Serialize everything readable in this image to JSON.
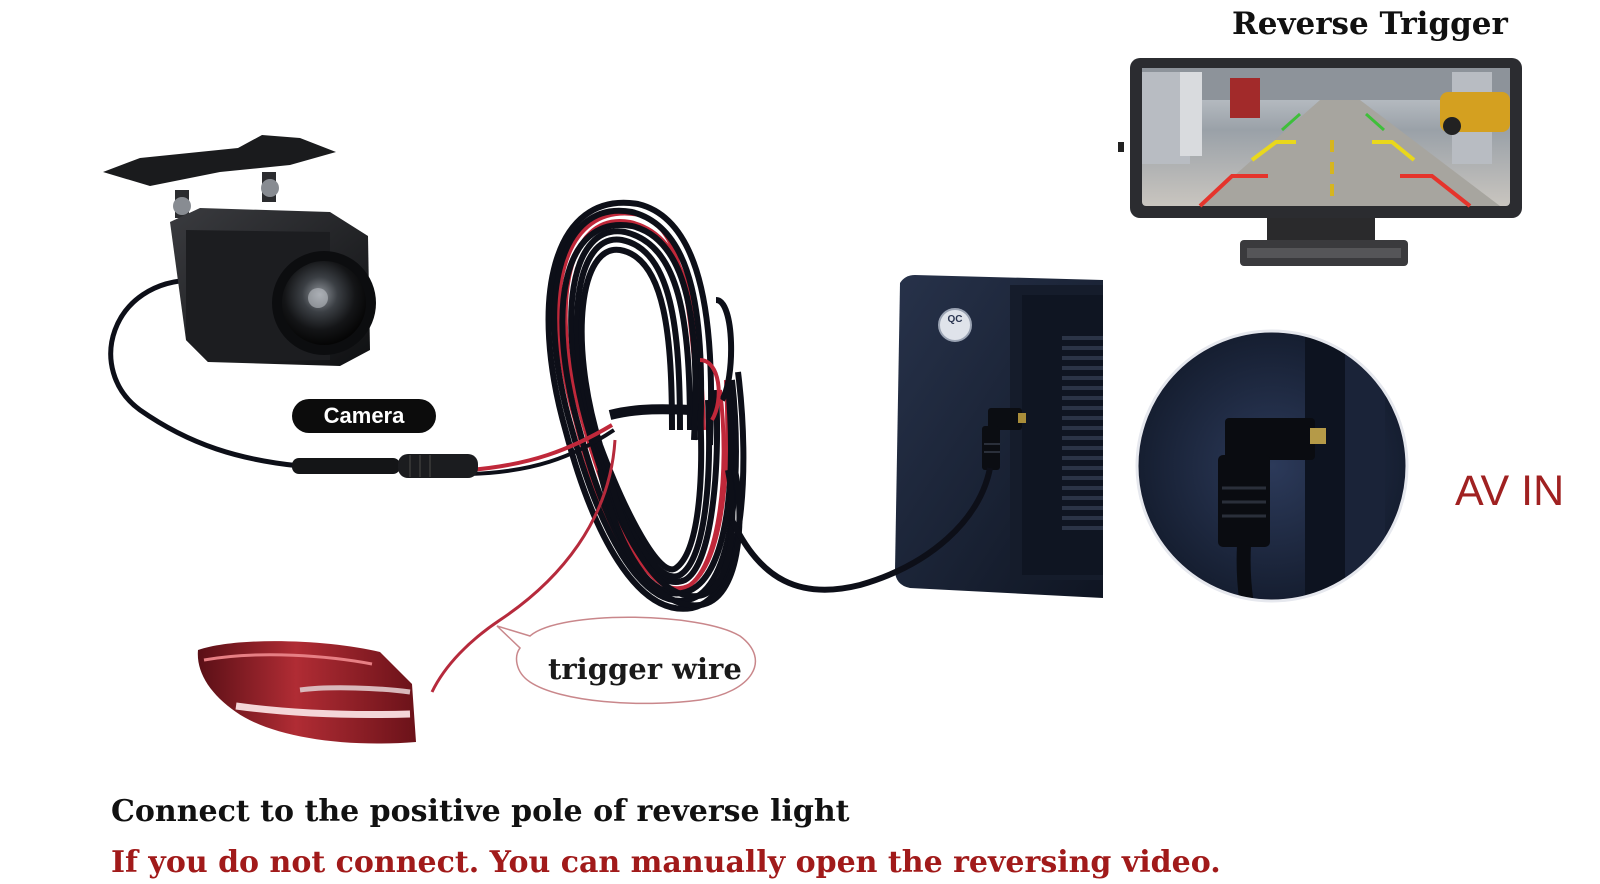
{
  "labels": {
    "title": "Reverse Trigger",
    "camera": "Camera",
    "trigger_wire": "trigger wire",
    "av_in": "AV IN",
    "qc_badge": "QC"
  },
  "captions": {
    "line1": "Connect to the positive pole of reverse light",
    "line2": "If you do not connect. You can manually open the reversing video."
  },
  "colors": {
    "caption_primary": "#111111",
    "caption_warning": "#a11a1a",
    "av_in": "#a02121",
    "wire_red": "#c0283a",
    "wire_black": "#0d0f18",
    "device_blue": "#1b2437"
  }
}
